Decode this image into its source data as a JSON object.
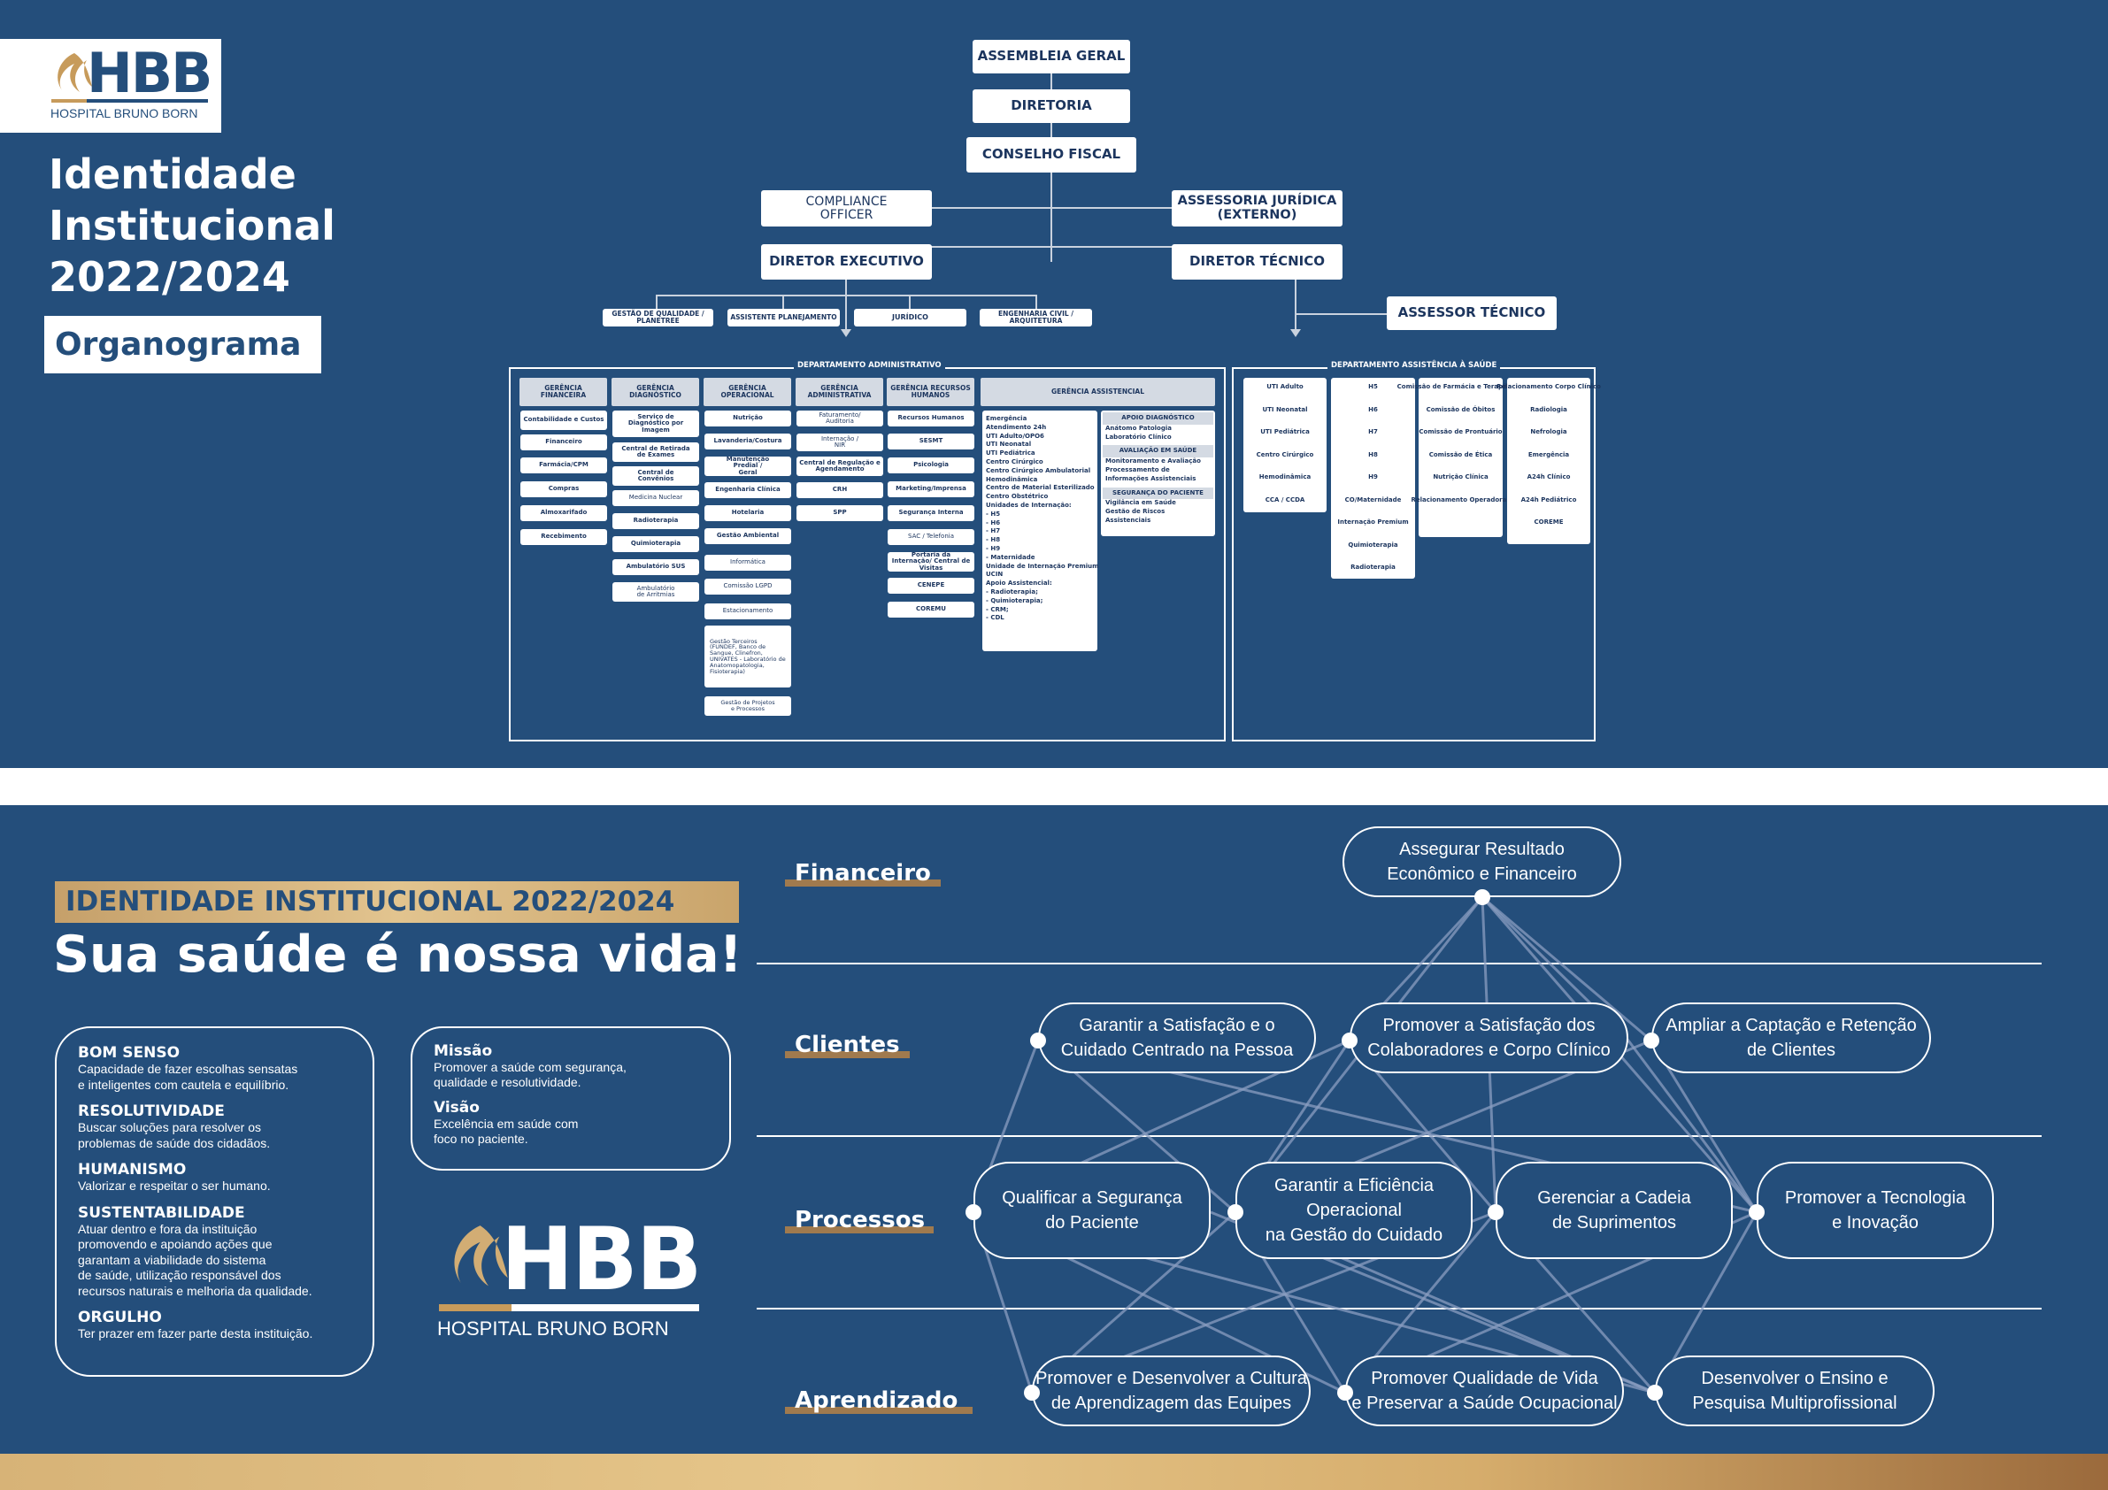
{
  "logo": {
    "brand": "HBB",
    "hospital": "HOSPITAL BRUNO BORN"
  },
  "header": {
    "title_lines": [
      "Identidade",
      "Institucional",
      "2022/2024"
    ],
    "section": "Organograma"
  },
  "org": {
    "top": [
      "ASSEMBLEIA GERAL",
      "DIRETORIA",
      "CONSELHO FISCAL"
    ],
    "compliance": "COMPLIANCE OFFICER",
    "assessoria": "ASSESSORIA JURÍDICA (EXTERNO)",
    "diretor_executivo": "DIRETOR EXECUTIVO",
    "diretor_tecnico": "DIRETOR TÉCNICO",
    "assessor_tecnico": "ASSESSOR TÉCNICO",
    "staff": [
      "GESTÃO DE QUALIDADE / PLANETREE",
      "ASSISTENTE PLANEJAMENTO",
      "JURÍDICO",
      "ENGENHARIA CIVIL / ARQUITETURA"
    ],
    "dept_admin": "DEPARTAMENTO ADMINISTRATIVO",
    "dept_assist": "DEPARTAMENTO ASSISTÊNCIA À SAÚDE",
    "g_fin": {
      "title": "GERÊNCIA FINANCEIRA",
      "items": [
        "Contabilidade e Custos",
        "Financeiro",
        "Farmácia/CPM",
        "Compras",
        "Almoxarifado",
        "Recebimento"
      ]
    },
    "g_diag": {
      "title": "GERÊNCIA DIAGNÓSTICO",
      "items": [
        "Serviço de Diagnóstico por Imagem",
        "Central de Retirada de Exames",
        "Central de Convênios",
        "Medicina Nuclear",
        "Radioterapia",
        "Quimioterapia",
        "Ambulatório SUS",
        "Ambulatório de Arritmias"
      ]
    },
    "g_oper": {
      "title": "GERÊNCIA OPERACIONAL",
      "items": [
        "Nutrição",
        "Lavanderia/Costura",
        "Manutenção Predial / Geral",
        "Engenharia Clínica",
        "Hotelaria",
        "Gestão Ambiental",
        "Informática",
        "Comissão LGPD",
        "Estacionamento",
        "Gestão Terceiros (FUNDEF, Banco de Sangue, Clinefron, UNIVATES - Laboratório de Anatomopatologia, Fisioterapia)",
        "Gestão de Projetos e Processos"
      ]
    },
    "g_adm": {
      "title": "GERÊNCIA ADMINISTRATIVA",
      "items": [
        "Faturamento/ Auditoria",
        "Internação / NIR",
        "Central de Regulação e Agendamento",
        "CRH",
        "SPP"
      ]
    },
    "g_rh": {
      "title": "GERÊNCIA RECURSOS HUMANOS",
      "items": [
        "Recursos Humanos",
        "SESMT",
        "Psicologia",
        "Marketing/Imprensa",
        "Segurança Interna",
        "SAC / Telefonia",
        "Portaria da Internação/ Central de Visitas",
        "CENEPE",
        "COREMU"
      ]
    },
    "g_assist": {
      "title": "GERÊNCIA ASSISTENCIAL",
      "list": [
        "Emergência",
        "Atendimento 24h",
        "UTI Adulto/OPO6",
        "UTI Neonatal",
        "UTI Pediátrica",
        "Centro Cirúrgico",
        "Centro Cirúrgico Ambulatorial",
        "Hemodinâmica",
        "Centro de Material Esterilizado",
        "Centro Obstétrico",
        "Unidades de Internação:",
        "- H5",
        "- H6",
        "- H7",
        "- H8",
        "- H9",
        "- Maternidade",
        "Unidade de Internação Premium",
        "UCIN",
        "Apoio Assistencial:",
        "- Radioterapia;",
        "- Quimioterapia;",
        "- CRM;",
        "- CDL"
      ]
    },
    "apoio": {
      "title": "APOIO DIAGNÓSTICO",
      "items": [
        "Anátomo Patologia",
        "Laboratório Clínico"
      ]
    },
    "avaliacao": {
      "title": "AVALIAÇÃO EM SAÚDE",
      "items": [
        "Monitoramento e Avaliação",
        "Processamento de",
        "Informações Assistenciais"
      ]
    },
    "seguranca": {
      "title": "SEGURANÇA DO PACIENTE",
      "items": [
        "Vigilância em Saúde",
        "Gestão de Riscos",
        "Assistenciais"
      ]
    },
    "assist_cols": [
      [
        "UTI Adulto",
        "UTI Neonatal",
        "UTI Pediátrica",
        "Centro Cirúrgico",
        "Hemodinâmica",
        "CCA / CCDA"
      ],
      [
        "H5",
        "H6",
        "H7",
        "H8",
        "H9",
        "CO/Maternidade",
        "Internação Premium",
        "Quimioterapia",
        "Radioterapia"
      ],
      [
        "Comissão de Farmácia e Terapêutica",
        "Comissão de Óbitos",
        "Comissão de Prontuário",
        "Comissão de Ética",
        "Nutrição Clínica",
        "Relacionamento Operadoras"
      ],
      [
        "Relacionamento Corpo Clínico",
        "Radiologia",
        "Nefrologia",
        "Emergência",
        "A24h Clínico",
        "A24h Pediátrico",
        "COREME"
      ]
    ]
  },
  "identity": {
    "banner": "IDENTIDADE INSTITUCIONAL 2022/2024",
    "slogan": "Sua saúde é nossa vida!",
    "values": [
      {
        "title": "BOM SENSO",
        "text": [
          "Capacidade de fazer escolhas sensatas",
          "e inteligentes com cautela e equilíbrio."
        ]
      },
      {
        "title": "RESOLUTIVIDADE",
        "text": [
          "Buscar soluções para resolver os",
          "problemas de saúde dos cidadãos."
        ]
      },
      {
        "title": "HUMANISMO",
        "text": [
          "Valorizar e respeitar o ser humano."
        ]
      },
      {
        "title": "SUSTENTABILIDADE",
        "text": [
          "Atuar dentro e fora da instituição",
          "promovendo e apoiando ações que",
          "garantam a viabilidade do sistema",
          "de saúde, utilização responsável dos",
          "recursos naturais e melhoria da qualidade."
        ]
      },
      {
        "title": "ORGULHO",
        "text": [
          "Ter prazer em fazer parte desta instituição."
        ]
      }
    ],
    "mission": {
      "title": "Missão",
      "text": [
        "Promover a saúde com segurança,",
        "qualidade e resolutividade."
      ]
    },
    "vision": {
      "title": "Visão",
      "text": [
        "Excelência em saúde com",
        "foco no paciente."
      ]
    }
  },
  "strategy": {
    "perspectives": [
      "Financeiro",
      "Clientes",
      "Processos",
      "Aprendizado"
    ],
    "objectives": {
      "fin": [
        "Assegurar Resultado",
        "Econômico e Financeiro"
      ],
      "cli1": [
        "Garantir a Satisfação e o",
        "Cuidado Centrado na Pessoa"
      ],
      "cli2": [
        "Promover a Satisfação dos",
        "Colaboradores e Corpo Clínico"
      ],
      "cli3": [
        "Ampliar a Captação e Retenção",
        "de Clientes"
      ],
      "pro1": [
        "Qualificar a Segurança",
        "do Paciente"
      ],
      "pro2": [
        "Garantir a Eficiência",
        "Operacional",
        "na Gestão do Cuidado"
      ],
      "pro3": [
        "Gerenciar a Cadeia",
        "de Suprimentos"
      ],
      "pro4": [
        "Promover a Tecnologia",
        "e Inovação"
      ],
      "apr1": [
        "Promover e Desenvolver a Cultura",
        "de Aprendizagem das Equipes"
      ],
      "apr2": [
        "Promover Qualidade de Vida",
        "e Preservar a Saúde Ocupacional"
      ],
      "apr3": [
        "Desenvolver o Ensino e",
        "Pesquisa Multiprofissional"
      ]
    }
  },
  "colors": {
    "navy": "#244e7b",
    "gold": "#d7b377",
    "white": "#ffffff"
  }
}
